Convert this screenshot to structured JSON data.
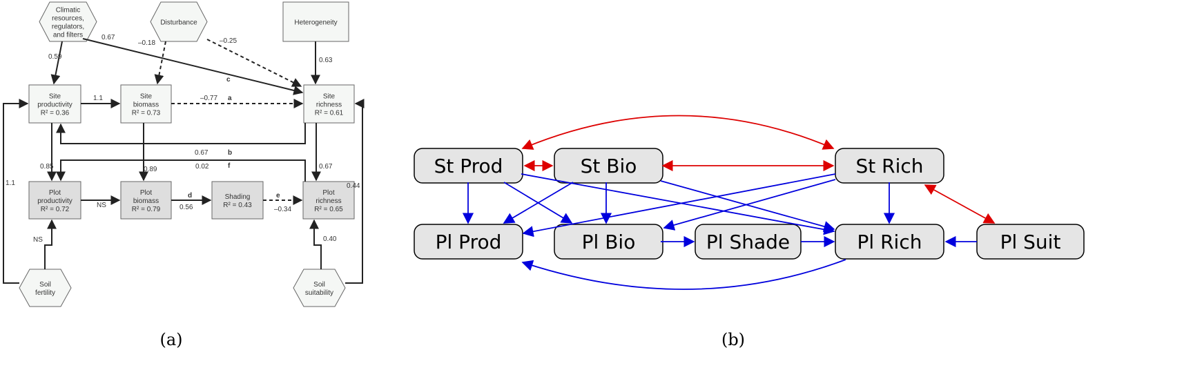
{
  "panel_a": {
    "caption": "(a)",
    "nodes": {
      "climatic": [
        "Climatic",
        "resources,",
        "regulators,",
        "and filters"
      ],
      "disturbance": [
        "Disturbance"
      ],
      "heterogeneity": [
        "Heterogeneity"
      ],
      "site_prod": [
        "Site",
        "productivity",
        "R² = 0.36"
      ],
      "site_bio": [
        "Site",
        "biomass",
        "R² = 0.73"
      ],
      "site_rich": [
        "Site",
        "richness",
        "R² = 0.61"
      ],
      "plot_prod": [
        "Plot",
        "productivity",
        "R² = 0.72"
      ],
      "plot_bio": [
        "Plot",
        "biomass",
        "R² = 0.79"
      ],
      "shading": [
        "Shading",
        "R² = 0.43"
      ],
      "plot_rich": [
        "Plot",
        "richness",
        "R² = 0.65"
      ],
      "soil_fert": [
        "Soil",
        "fertility"
      ],
      "soil_suit": [
        "Soil",
        "suitability"
      ]
    },
    "edge_labels": {
      "clim_sprod": "0.59",
      "clim_srich": "0.67",
      "dist_sbio": "–0.18",
      "dist_srich": "–0.25",
      "het_srich": "0.63",
      "sprod_sbio": "1.1",
      "sbio_srich": "–0.77",
      "a": "a",
      "c": "c",
      "srich_sprod": "0.67",
      "b": "b",
      "sprod_pprod": "0.85",
      "sbio_pbio": "0.89",
      "prich_pprod": "0.02",
      "f": "f",
      "srich_prich": "0.67",
      "pprod_pbio": "NS",
      "pbio_shade": "0.56",
      "d": "d",
      "shade_prich": "–0.34",
      "e": "e",
      "fert_pprod": "NS",
      "suit_prich": "0.40",
      "fert_sprod": "1.1",
      "suit_srich": "0.44"
    }
  },
  "panel_b": {
    "caption": "(b)",
    "nodes": {
      "st_prod": "St Prod",
      "st_bio": "St Bio",
      "st_rich": "St Rich",
      "pl_prod": "Pl Prod",
      "pl_bio": "Pl Bio",
      "pl_shade": "Pl Shade",
      "pl_rich": "Pl Rich",
      "pl_suit": "Pl Suit"
    },
    "colors": {
      "directed": "#0000dd",
      "correlation": "#dd0000",
      "box_fill": "#e5e5e5"
    }
  }
}
